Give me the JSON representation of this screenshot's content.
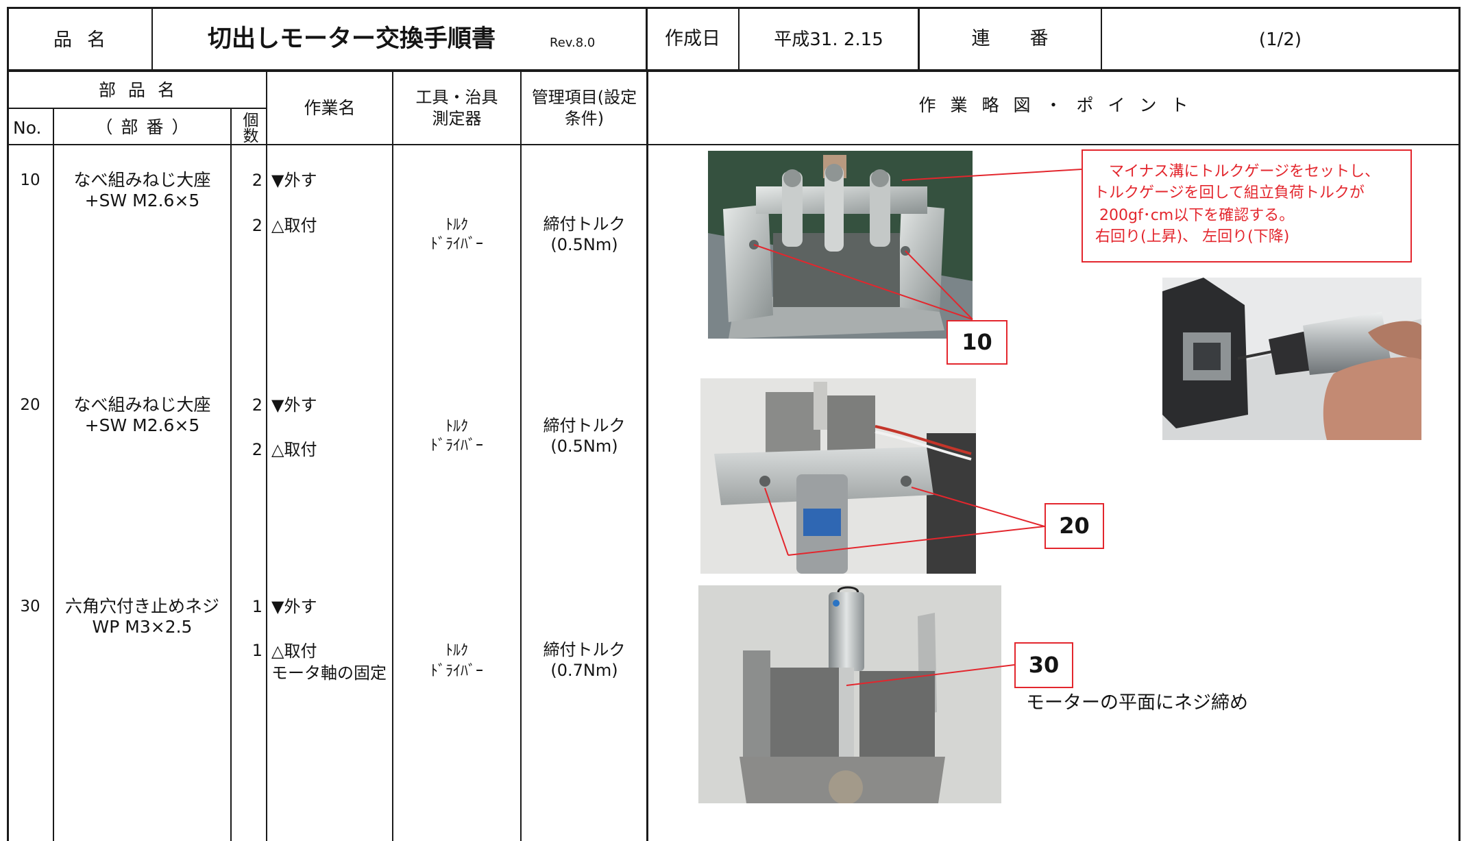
{
  "header": {
    "product_label": "品名",
    "title": "切出しモーター交換手順書",
    "revision": "Rev.8.0",
    "created_label": "作成日",
    "created_date": "平成31. 2.15",
    "serial_label": "連番",
    "serial_value": "(1/2)"
  },
  "columns": {
    "part_name": "部品名",
    "no": "No.",
    "part_number": "（部番）",
    "quantity": "個数",
    "work_name": "作業名",
    "tools": [
      "工具・治具",
      "測定器"
    ],
    "control": [
      "管理項目(設定",
      "条件)"
    ],
    "diagram": "作業略図・ポイント"
  },
  "steps": [
    {
      "no": "10",
      "part": [
        "なべ組みねじ大座",
        "+SW M2.6×5"
      ],
      "remove": {
        "qty": "2",
        "label": "▼外す"
      },
      "install": {
        "qty": "2",
        "label": [
          "△取付"
        ]
      },
      "tool": [
        "ﾄﾙｸ",
        "ﾄﾞﾗｲﾊﾞｰ"
      ],
      "control": [
        "締付トルク",
        "(0.5Nm)"
      ]
    },
    {
      "no": "20",
      "part": [
        "なべ組みねじ大座",
        "+SW M2.6×5"
      ],
      "remove": {
        "qty": "2",
        "label": "▼外す"
      },
      "install": {
        "qty": "2",
        "label": [
          "△取付"
        ]
      },
      "tool": [
        "ﾄﾙｸ",
        "ﾄﾞﾗｲﾊﾞｰ"
      ],
      "control": [
        "締付トルク",
        "(0.5Nm)"
      ]
    },
    {
      "no": "30",
      "part": [
        "六角穴付き止めネジ",
        "WP M3×2.5"
      ],
      "remove": {
        "qty": "1",
        "label": "▼外す"
      },
      "install": {
        "qty": "1",
        "label": [
          "△取付",
          "モータ軸の固定"
        ]
      },
      "tool": [
        "ﾄﾙｸ",
        "ﾄﾞﾗｲﾊﾞｰ"
      ],
      "control": [
        "締付トルク",
        "(0.7Nm)"
      ]
    }
  ],
  "annotations": {
    "torque_note": [
      "マイナス溝にトルクゲージをセットし、",
      "トルクゲージを回して組立負荷トルクが",
      "200gf･cm以下を確認する。",
      "右回り(上昇)、 左回り(下降)"
    ],
    "callouts": [
      "10",
      "20",
      "30"
    ],
    "motor_note": "モーターの平面にネジ締め"
  },
  "colors": {
    "annotation_red": "#e3262d",
    "rule": "#1a1a1a"
  }
}
